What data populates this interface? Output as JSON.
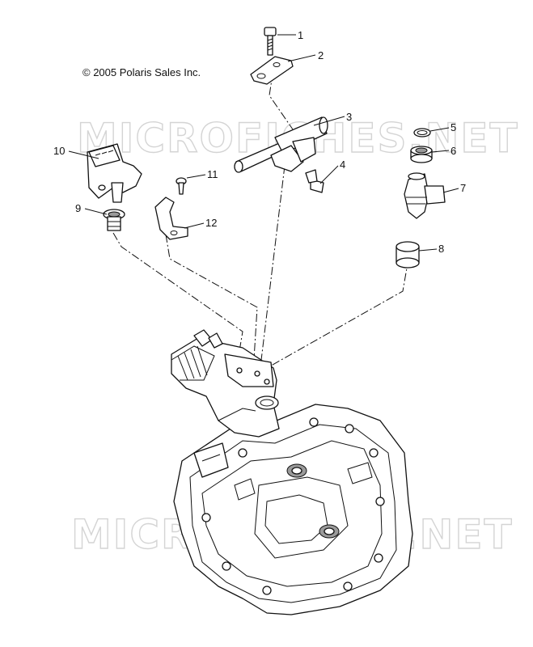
{
  "copyright": "© 2005 Polaris Sales Inc.",
  "watermark": "MICROFICHES.NET",
  "callouts": [
    "1",
    "2",
    "3",
    "4",
    "5",
    "6",
    "7",
    "8",
    "9",
    "10",
    "11",
    "12"
  ]
}
